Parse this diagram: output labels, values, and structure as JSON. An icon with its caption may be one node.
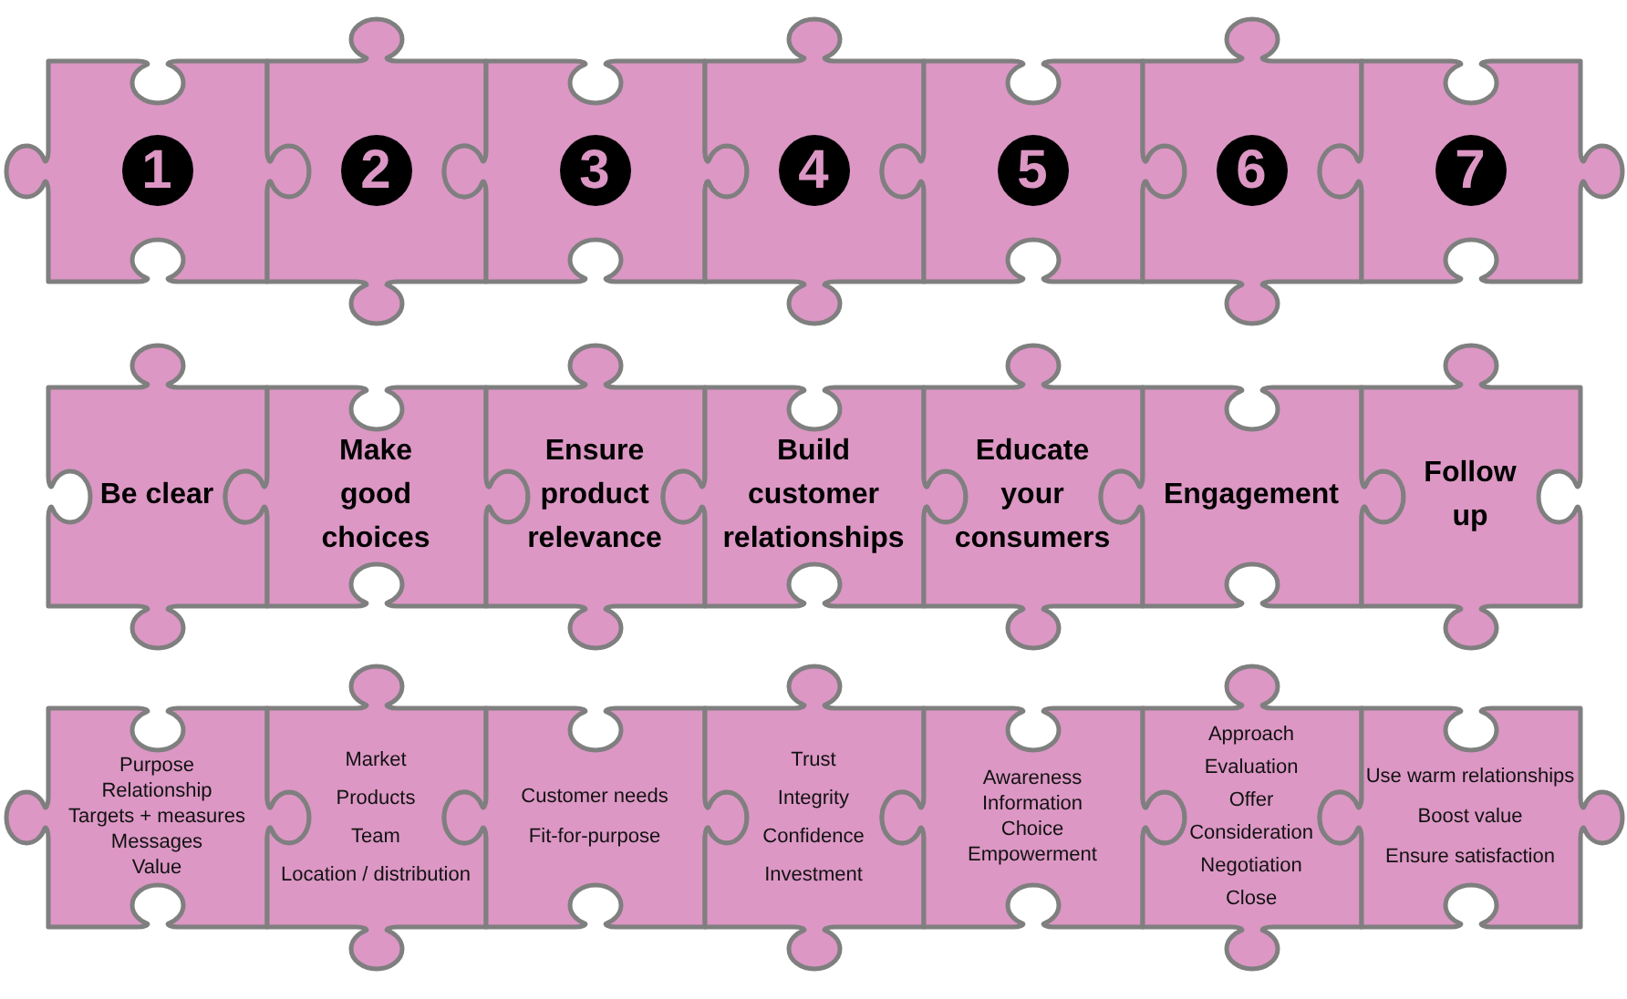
{
  "diagram": {
    "nodes": [
      {
        "text": [
          "1"
        ]
      },
      {
        "text": [
          "2"
        ]
      },
      {
        "text": [
          "3"
        ]
      },
      {
        "text": [
          "4"
        ]
      },
      {
        "text": [
          "5"
        ]
      },
      {
        "text": [
          "6"
        ]
      },
      {
        "text": [
          "7"
        ]
      },
      {
        "text": [
          "Be clear"
        ]
      },
      {
        "text": [
          "Make good choices"
        ]
      },
      {
        "text": [
          "Ensure product relevance"
        ]
      },
      {
        "text": [
          "Build customer relationships"
        ]
      },
      {
        "text": [
          "Educate your consumers"
        ]
      },
      {
        "text": [
          "Engagement"
        ]
      },
      {
        "text": [
          "Follow up"
        ]
      },
      {
        "text": [
          "Purpose",
          "Relationship",
          "Targets + measures",
          "Messages",
          "Value"
        ]
      },
      {
        "text": [
          "Market",
          "Products",
          "Team",
          "Location / distribution"
        ]
      },
      {
        "text": [
          "Customer needs",
          "Fit-for-purpose"
        ]
      },
      {
        "text": [
          "Trust",
          "Integrity",
          "Confidence",
          "Investment"
        ]
      },
      {
        "text": [
          "Awareness",
          "Information",
          "Choice",
          "Empowerment"
        ]
      },
      {
        "text": [
          "Approach",
          "Evaluation",
          "Offer",
          "Consideration",
          "Negotiation",
          "Close"
        ]
      },
      {
        "text": [
          "Use warm relationships",
          "Boost value",
          "Ensure satisfaction"
        ]
      }
    ]
  }
}
